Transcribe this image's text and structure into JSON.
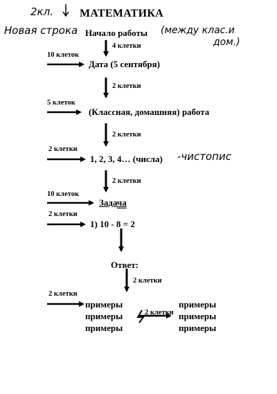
{
  "header": {
    "grade_note": "2кл.",
    "title": "МАТЕМАТИКА"
  },
  "lines": {
    "new_line_note": "Новая строка",
    "start_work": "Начало работы",
    "between_note_1": "(между клас.и",
    "between_note_2": "дом.)",
    "date": "Дата (5 сентября)",
    "classwork": "(Классная, домашняя) работа",
    "numbers": "1, 2, 3, 4… (числа)",
    "numbers_note": "-чистопис",
    "task_prefix": "Зада",
    "task_suffix": "ча",
    "expression": "1) 10 - 8 = 2",
    "answer": "Ответ:"
  },
  "spacing": {
    "cells_4": "4 клетки",
    "cells_10_a": "10 клеток",
    "cells_2_a": "2 клетки",
    "cells_5": "5 клеток",
    "cells_2_b": "2 клетки",
    "cells_2_c": "2 клетки",
    "cells_2_d": "2 клетки",
    "cells_10_b": "10 клеток",
    "cells_2_e": "2 клетки",
    "cells_2_f": "2 клетки",
    "cells_2_g": "2 клетки",
    "cells_2_h": "2 клетки"
  },
  "examples": {
    "left": [
      "примеры",
      "примеры",
      "примеры"
    ],
    "right": [
      "примеры",
      "примеры",
      "примеры"
    ]
  }
}
